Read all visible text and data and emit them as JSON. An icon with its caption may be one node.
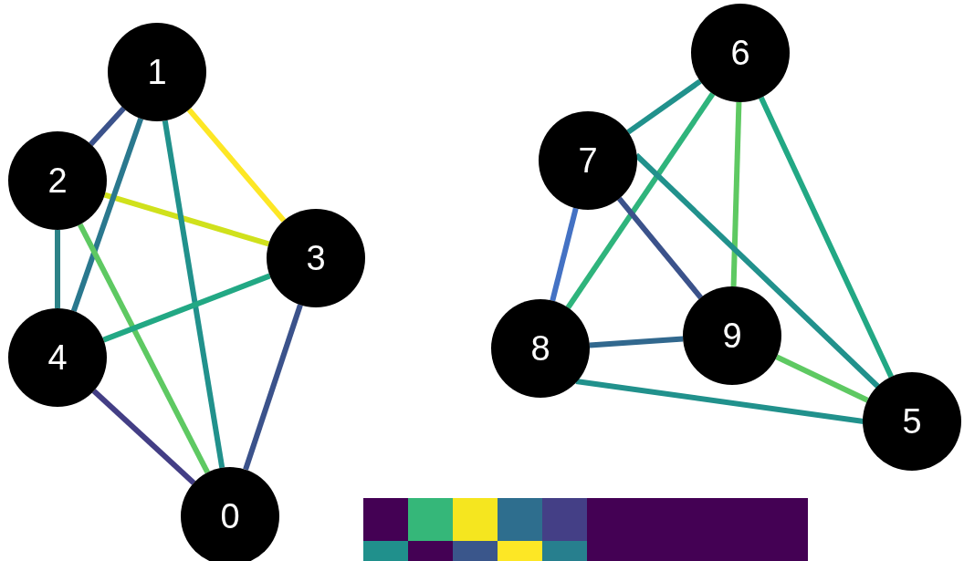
{
  "diagram": {
    "nodes": [
      {
        "text": [
          "0"
        ]
      },
      {
        "text": [
          "1"
        ]
      },
      {
        "text": [
          "2"
        ]
      },
      {
        "text": [
          "3"
        ]
      },
      {
        "text": [
          "4"
        ]
      },
      {
        "text": [
          "5"
        ]
      },
      {
        "text": [
          "6"
        ]
      },
      {
        "text": [
          "7"
        ]
      },
      {
        "text": [
          "8"
        ]
      },
      {
        "text": [
          "9"
        ]
      }
    ],
    "edges": [
      {
        "from": 1,
        "to": 2,
        "arrow": "none",
        "color": "#3b528b"
      },
      {
        "from": 1,
        "to": 3,
        "arrow": "none",
        "color": "#fde725"
      },
      {
        "from": 2,
        "to": 3,
        "arrow": "none",
        "color": "#d0e11c"
      },
      {
        "from": 1,
        "to": 4,
        "arrow": "none",
        "color": "#2a788e"
      },
      {
        "from": 1,
        "to": 0,
        "arrow": "none",
        "color": "#21918c"
      },
      {
        "from": 2,
        "to": 4,
        "arrow": "none",
        "color": "#2c8287"
      },
      {
        "from": 2,
        "to": 0,
        "arrow": "none",
        "color": "#5ec962"
      },
      {
        "from": 3,
        "to": 4,
        "arrow": "none",
        "color": "#22a884"
      },
      {
        "from": 3,
        "to": 0,
        "arrow": "none",
        "color": "#3b528b"
      },
      {
        "from": 4,
        "to": 0,
        "arrow": "none",
        "color": "#433e85"
      },
      {
        "from": 6,
        "to": 7,
        "arrow": "none",
        "color": "#21918c"
      },
      {
        "from": 6,
        "to": 8,
        "arrow": "none",
        "color": "#2fb47c"
      },
      {
        "from": 6,
        "to": 9,
        "arrow": "none",
        "color": "#5ec962"
      },
      {
        "from": 6,
        "to": 5,
        "arrow": "none",
        "color": "#22a884"
      },
      {
        "from": 7,
        "to": 8,
        "arrow": "none",
        "color": "#4472c4"
      },
      {
        "from": 7,
        "to": 9,
        "arrow": "none",
        "color": "#3b528b"
      },
      {
        "from": 7,
        "to": 5,
        "arrow": "none",
        "color": "#21918c"
      },
      {
        "from": 8,
        "to": 9,
        "arrow": "none",
        "color": "#31688e"
      },
      {
        "from": 8,
        "to": 5,
        "arrow": "none",
        "color": "#21918c"
      },
      {
        "from": 9,
        "to": 5,
        "arrow": "none",
        "color": "#5ec962"
      }
    ]
  }
}
